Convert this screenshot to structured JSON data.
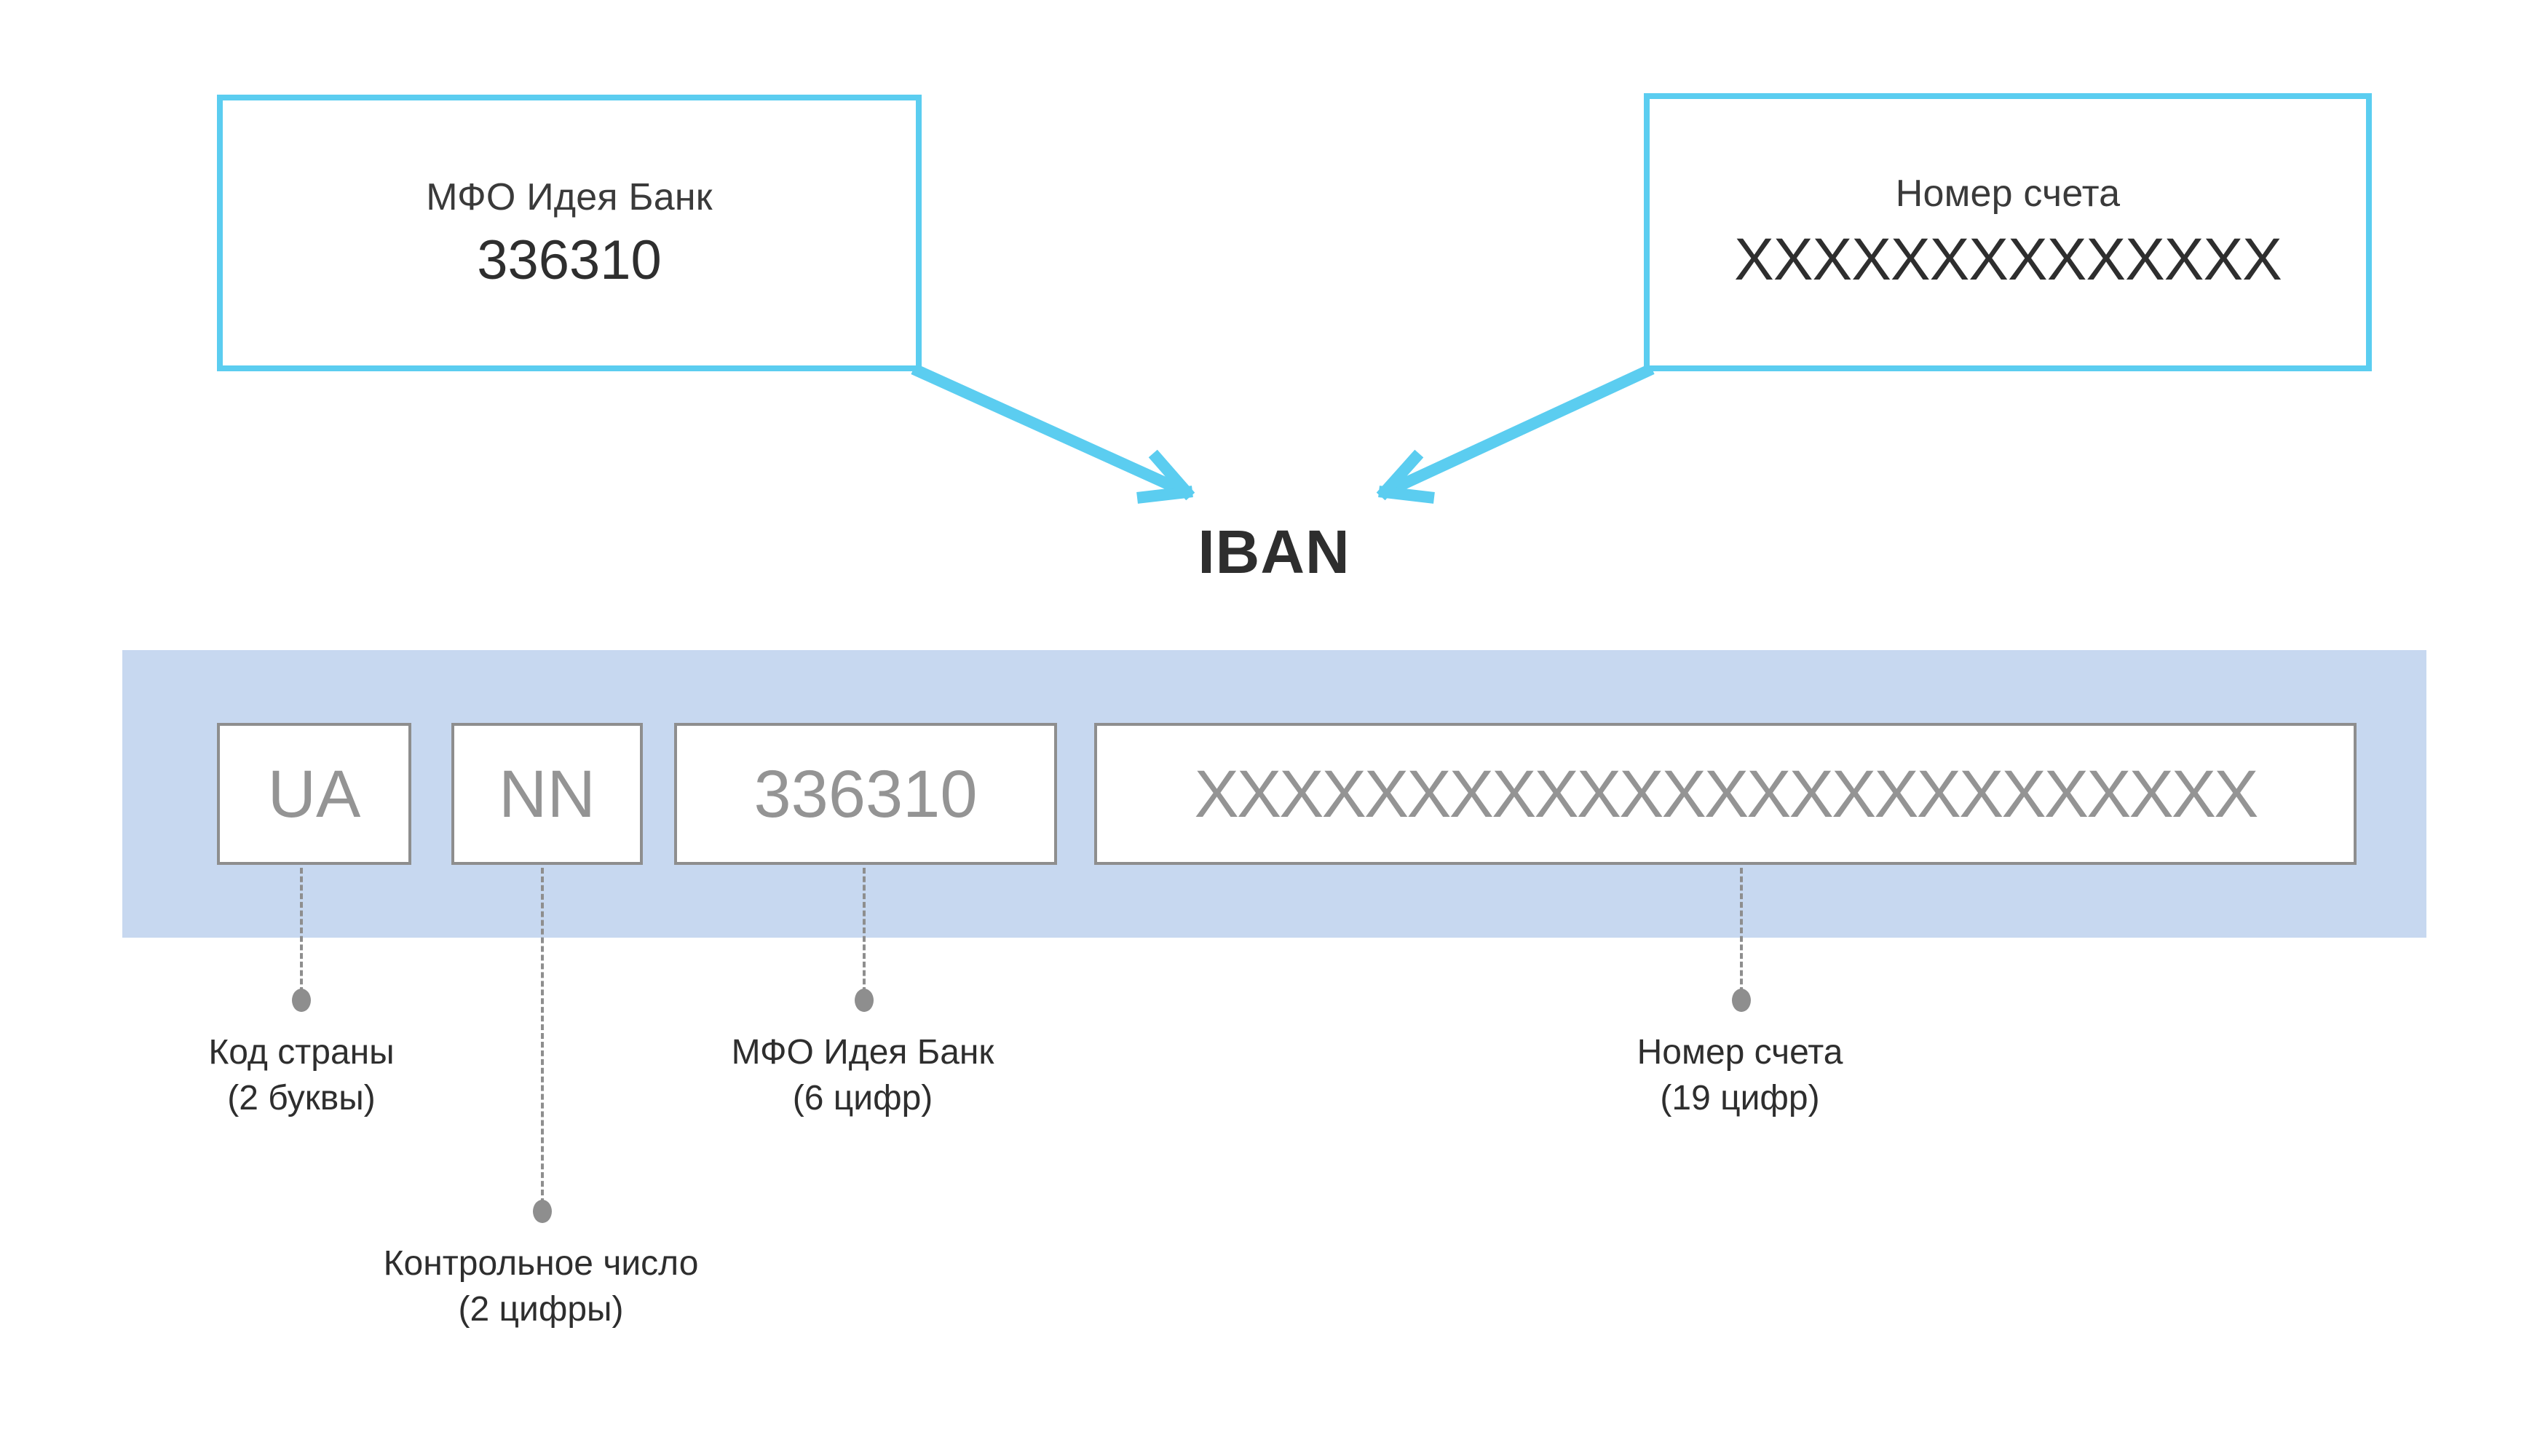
{
  "diagram": {
    "title": "IBAN",
    "callouts": [
      {
        "id": "mfo",
        "title": "МФО Идея Банк",
        "value": "336310"
      },
      {
        "id": "account",
        "title": "Номер счета",
        "value": "XXXXXXXXXXXXXX"
      }
    ],
    "band": {
      "fill_color": "#C7D8F0",
      "segments": [
        {
          "id": "country",
          "text": "UA"
        },
        {
          "id": "check",
          "text": "NN"
        },
        {
          "id": "mfo",
          "text": "336310"
        },
        {
          "id": "account",
          "text": "XXXXXXXXXXXXXXXXXXXXXXXXX"
        }
      ]
    },
    "captions": [
      {
        "id": "country",
        "line1": "Код страны",
        "line2": "(2 буквы)"
      },
      {
        "id": "check",
        "line1": "Контрольное число",
        "line2": "(2 цифры)"
      },
      {
        "id": "mfo",
        "line1": "МФО Идея Банк",
        "line2": "(6 цифр)"
      },
      {
        "id": "account",
        "line1": "Номер счета",
        "line2": "(19 цифр)"
      }
    ],
    "colors": {
      "accent": "#5BCDF0",
      "band": "#C7D8F0",
      "segment_text": "#949494",
      "segment_border": "#8e8e8e",
      "text": "#2e2e2e"
    }
  }
}
